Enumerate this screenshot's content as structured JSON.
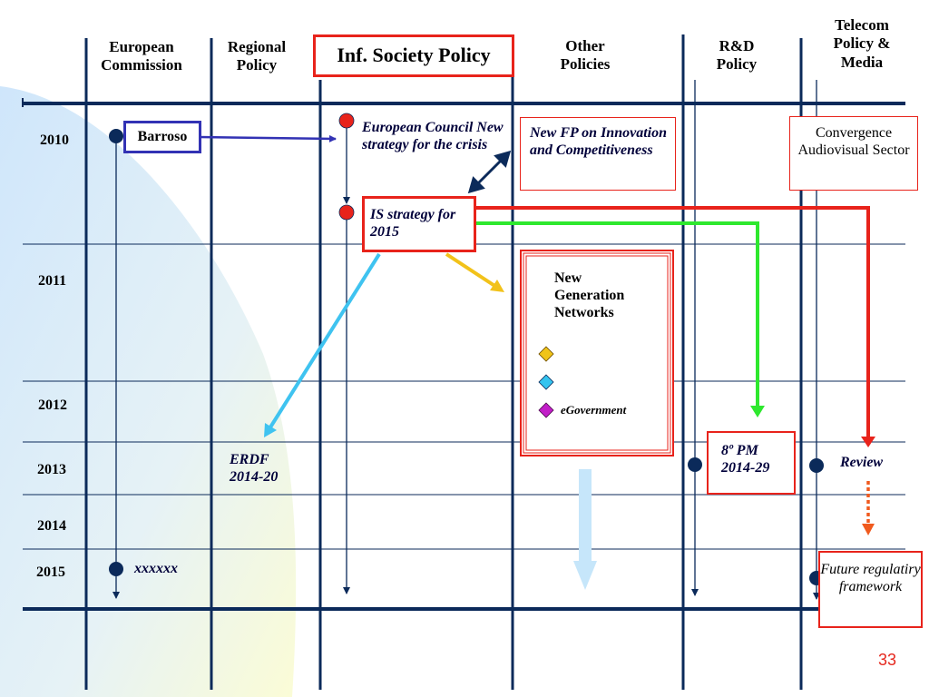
{
  "columns": {
    "european_commission": "European Commission",
    "regional_policy": "Regional Policy",
    "inf_society_policy": "Inf. Society Policy",
    "other_policies": "Other Policies",
    "rd_policy": "R&D Policy",
    "telecom_policy": "Telecom Policy & Media"
  },
  "years": [
    "2010",
    "2011",
    "2012",
    "2013",
    "2014",
    "2015"
  ],
  "events": {
    "barroso": "Barroso",
    "european_council": "European Council New strategy for the crisis",
    "is_strategy": "IS strategy for 2015",
    "new_fp": "New FP on Innovation and Competitiveness",
    "convergence": "Convergence Audiovisual Sector",
    "ngn": "New Generation Networks",
    "egovernment": "eGovernment",
    "erdf": "ERDF 2014-20",
    "pm8": "8º PM 2014-29",
    "review": "Review",
    "xxxxxx": "xxxxxx",
    "future_framework": "Future regulatiry framework"
  },
  "page_number": "33",
  "colors": {
    "grid_line": "#0b2a5a",
    "red": "#e8231b",
    "green": "#2ee82e",
    "yellow": "#f2c21a",
    "light_blue": "#3fc3f0",
    "blue_arrow": "#3232b4",
    "diamond_yellow": "#f0c419",
    "diamond_cyan": "#35c4ef",
    "diamond_purple": "#c21ec8"
  },
  "icons": [
    "bullet-dot-icon",
    "red-dot-icon",
    "diamond-icon",
    "arrow-icon"
  ]
}
